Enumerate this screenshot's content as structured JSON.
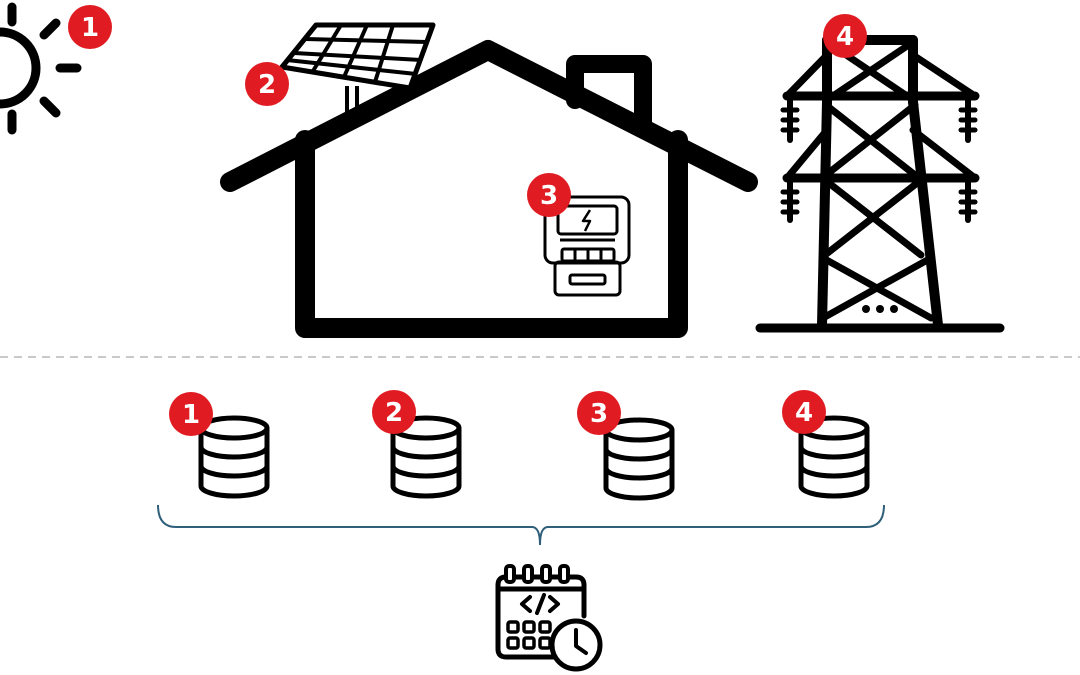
{
  "colors": {
    "badge": "#e11b22",
    "line": "#000000",
    "divider": "#c9c9c9",
    "bracket": "#2f5f7a",
    "background": "#ffffff"
  },
  "top_row": {
    "sun": {
      "icon": "sun-icon",
      "badge": "1"
    },
    "solar_panel": {
      "icon": "solar-panel-icon",
      "badge": "2"
    },
    "house": {
      "icon": "house-icon"
    },
    "meter": {
      "icon": "electric-meter-icon",
      "badge": "3"
    },
    "tower": {
      "icon": "power-tower-icon",
      "badge": "4"
    }
  },
  "databases": [
    {
      "icon": "database-icon",
      "badge": "1"
    },
    {
      "icon": "database-icon",
      "badge": "2"
    },
    {
      "icon": "database-icon",
      "badge": "3"
    },
    {
      "icon": "database-icon",
      "badge": "4"
    }
  ],
  "scheduler": {
    "icon": "code-calendar-clock-icon"
  }
}
